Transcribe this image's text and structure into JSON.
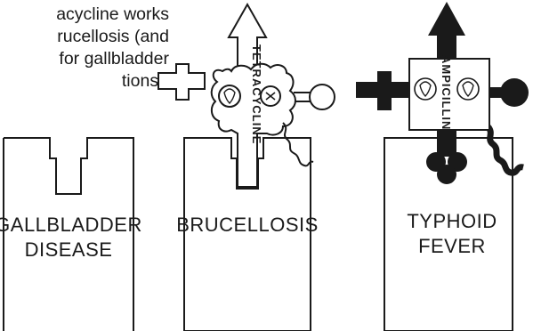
{
  "caption": {
    "lines": [
      "acycline works",
      "rucellosis (and",
      "for gallbladder",
      "tions)."
    ]
  },
  "drugs": {
    "left": "TETRACYCLINE",
    "right": "AMPICILLIN"
  },
  "diseases": [
    {
      "line1": "GALLBLADDER",
      "line2": "DISEASE"
    },
    {
      "line1": "BRUCELLOSIS",
      "line2": ""
    },
    {
      "line1": "TYPHOID",
      "line2": "FEVER"
    }
  ],
  "colors": {
    "ink": "#1a1a1a",
    "paper": "#ffffff"
  }
}
